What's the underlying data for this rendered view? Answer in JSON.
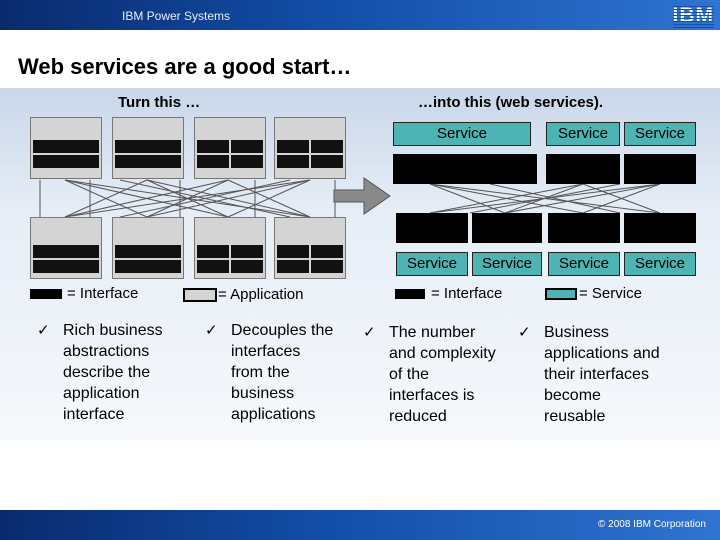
{
  "header": {
    "brand": "IBM Power Systems",
    "logo_text": "IBM"
  },
  "slide": {
    "title": "Web services are a good start…"
  },
  "left": {
    "heading": "Turn this …"
  },
  "right": {
    "heading": "…into this (web services)."
  },
  "service_label": "Service",
  "legend": {
    "interface_left": "= Interface",
    "application": "= Application",
    "interface_right": "= Interface",
    "service": "= Service"
  },
  "bullets": [
    {
      "check": "✓",
      "lines": [
        "Rich business",
        "abstractions",
        "describe the",
        "application",
        "interface"
      ]
    },
    {
      "check": "✓",
      "lines": [
        "Decouples the",
        "interfaces",
        "from the",
        "business",
        "applications"
      ]
    },
    {
      "check": "✓",
      "lines": [
        "The number",
        "and complexity",
        "of the",
        "interfaces is",
        "reduced"
      ]
    },
    {
      "check": "✓",
      "lines": [
        "Business",
        "applications and",
        "their interfaces",
        "become",
        "reusable"
      ]
    }
  ],
  "footer": {
    "copyright": "© 2008 IBM Corporation"
  }
}
